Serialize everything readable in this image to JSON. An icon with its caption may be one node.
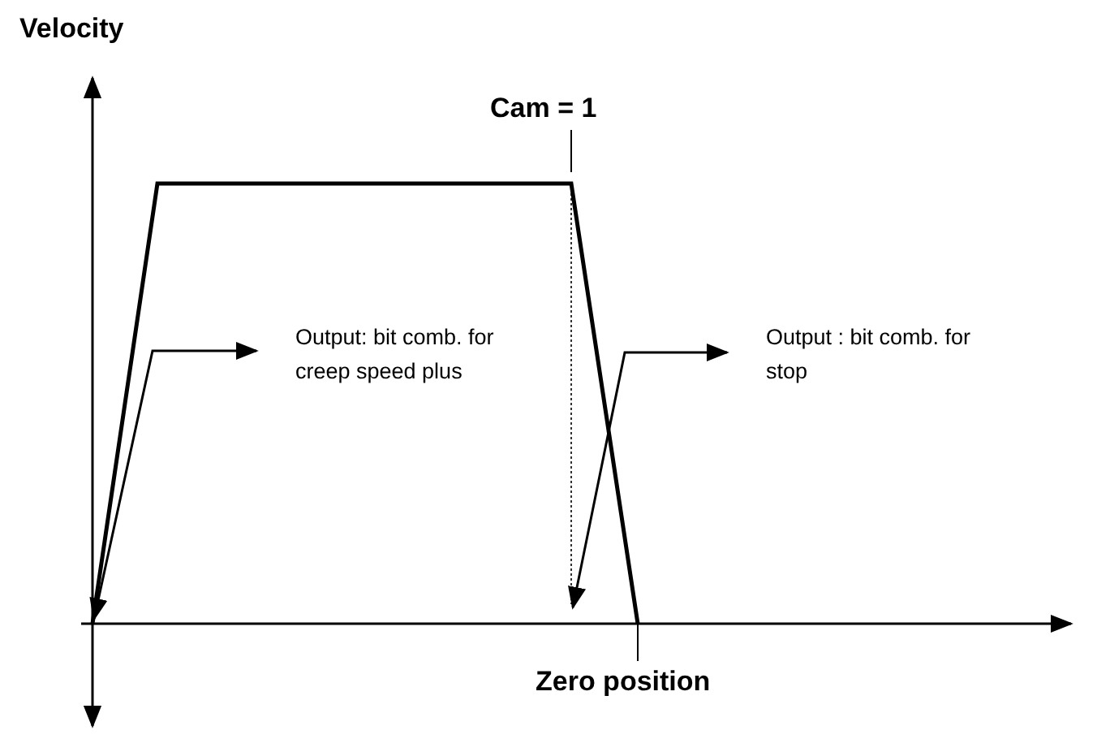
{
  "diagram": {
    "nodes": [
      {
        "text": [
          "Cam = 1"
        ]
      },
      {
        "text": [
          "Output: bit comb. for creep speed plus"
        ]
      },
      {
        "text": [
          "Output : bit comb. for stop"
        ]
      },
      {
        "text": [
          "Zero position"
        ]
      }
    ],
    "edges": [
      {
        "from": 0,
        "to": null,
        "arrow": "none"
      },
      {
        "from": 1,
        "to": null,
        "arrow": "both"
      },
      {
        "from": 2,
        "to": null,
        "arrow": "both"
      },
      {
        "from": 3,
        "to": null,
        "arrow": "none"
      }
    ],
    "labels": [
      "Velocity"
    ]
  }
}
